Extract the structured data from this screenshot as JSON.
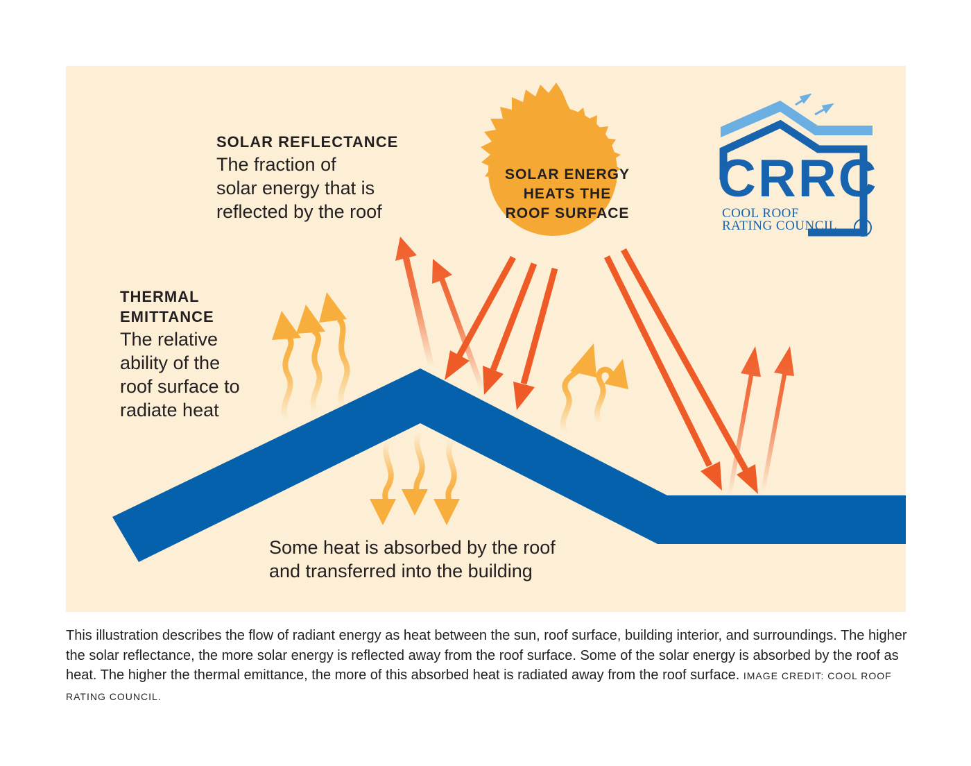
{
  "labels": {
    "solar_reflectance": {
      "heading": "SOLAR REFLECTANCE",
      "lines": [
        "The fraction of",
        "solar energy that is",
        "reflected by the roof"
      ]
    },
    "thermal_emittance": {
      "heading_lines": [
        "THERMAL",
        "EMITTANCE"
      ],
      "lines": [
        "The relative",
        "ability of the",
        "roof surface to",
        "radiate heat"
      ]
    },
    "sun": {
      "lines": [
        "SOLAR ENERGY",
        "HEATS THE",
        "ROOF SURFACE"
      ]
    },
    "absorbed": {
      "lines": [
        "Some heat is absorbed by the roof",
        "and transferred into the building"
      ]
    }
  },
  "logo": {
    "abbr": "CRRC",
    "name_lines": [
      "COOL ROOF",
      "RATING COUNCIL"
    ],
    "mark": "R"
  },
  "caption": {
    "text": "This illustration describes the flow of radiant energy as heat between the sun, roof surface, building interior, and surroundings. The higher the solar reflectance, the more solar energy is reflected away from the roof surface. Some of the solar energy is absorbed by the roof as heat. The higher the thermal emittance, the more of this absorbed heat is radiated away from the roof surface.",
    "credit": "IMAGE CREDIT: COOL ROOF RATING COUNCIL."
  },
  "colors": {
    "background": "#fcefd6",
    "roof": "#0561ab",
    "sun": "#f5a833",
    "solar_arrow": "#ef5b27",
    "heat_arrow": "#f8ae3c",
    "logo_blue": "#1763ad",
    "logo_light_blue": "#6aaee2"
  },
  "icons": {
    "sun": "sun-icon",
    "incoming": "incoming-solar-arrow",
    "reflected": "reflected-solar-arrow",
    "emitted": "wavy-heat-arrow"
  }
}
